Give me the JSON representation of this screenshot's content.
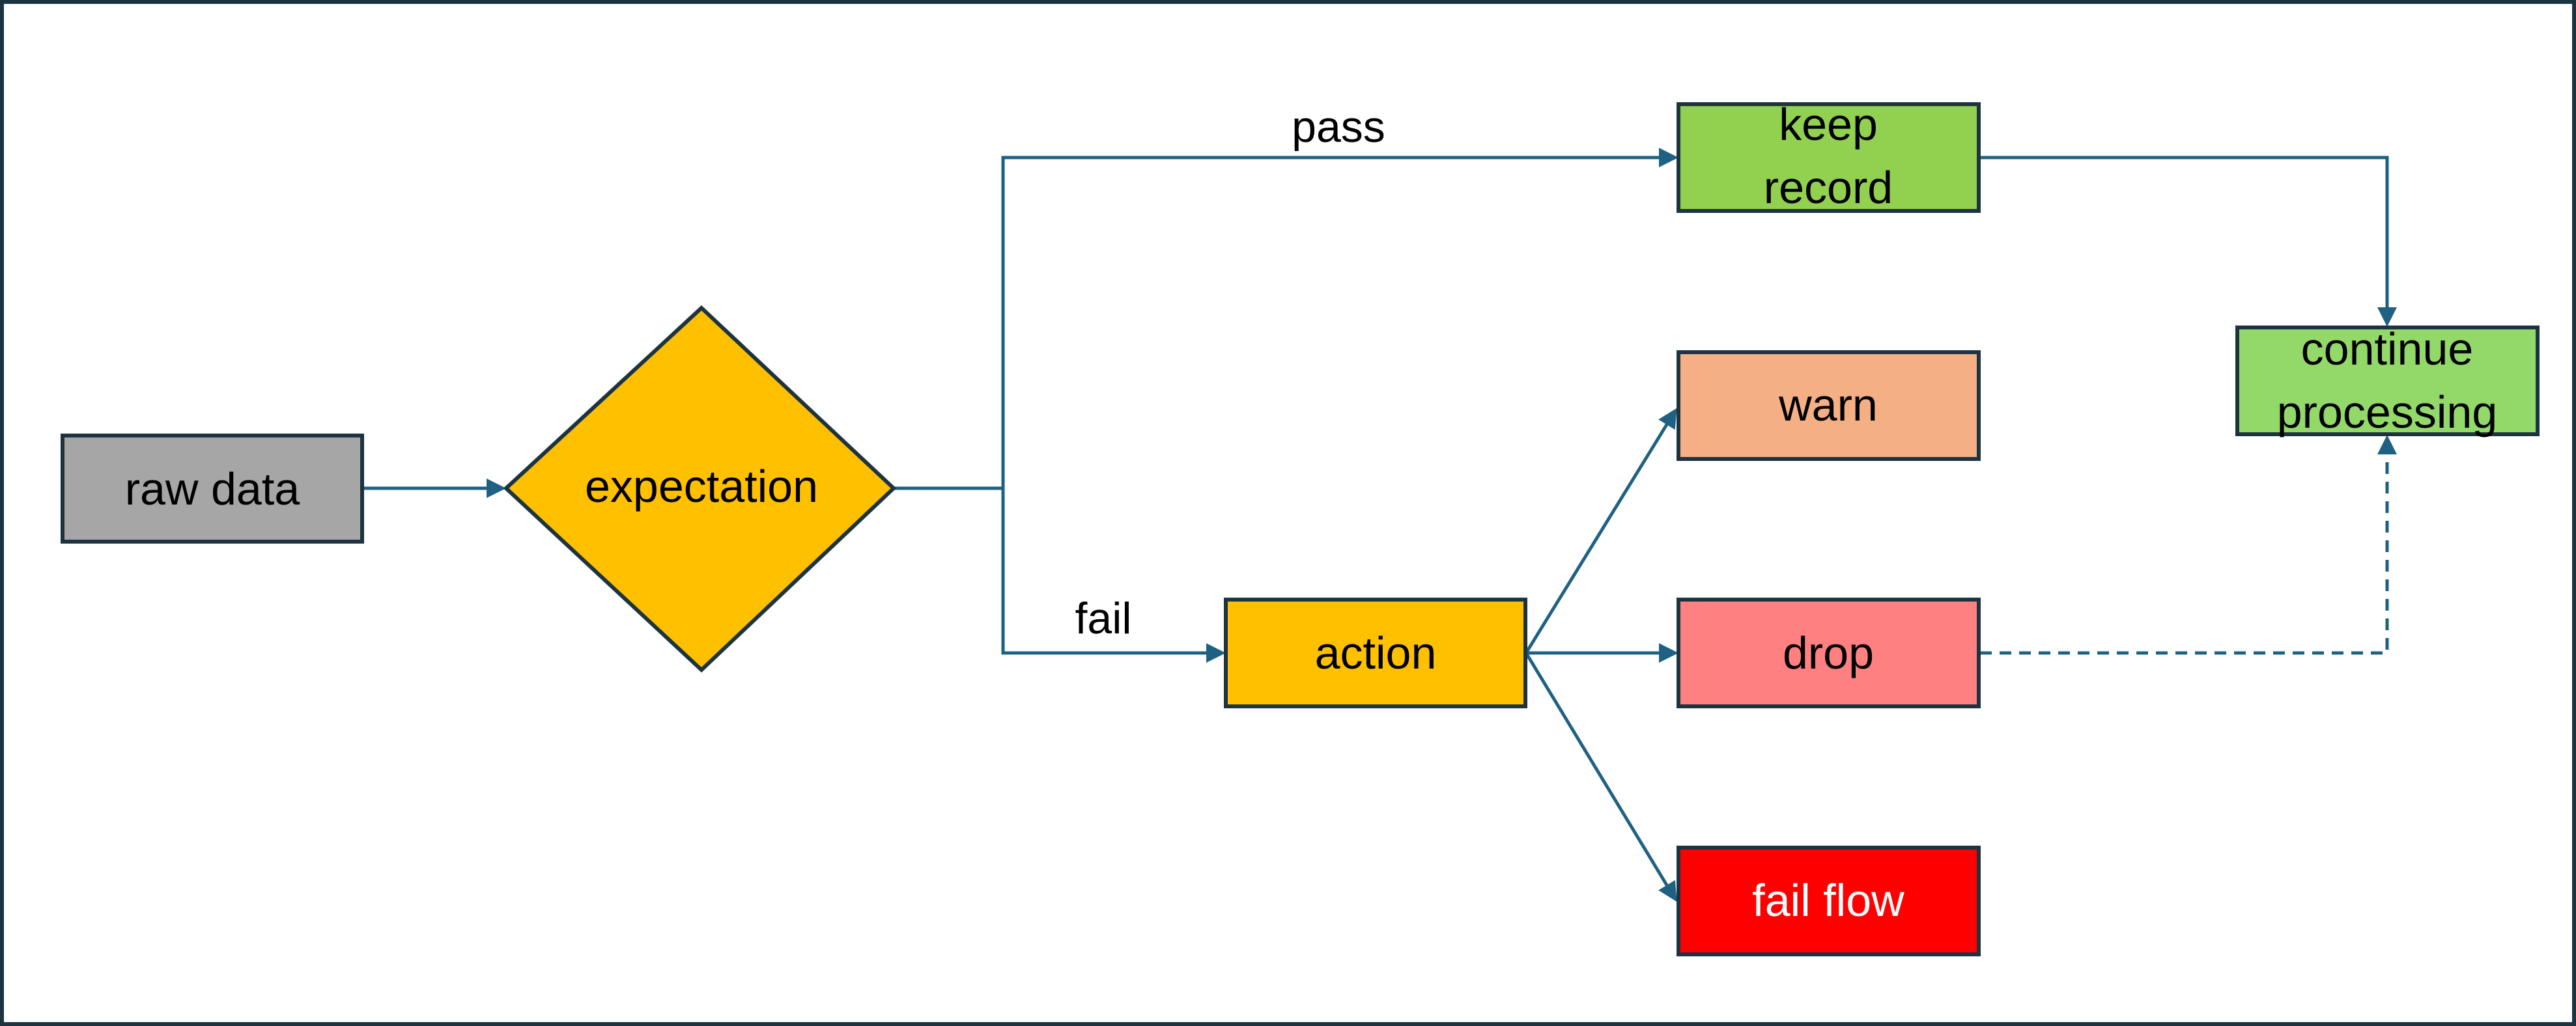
{
  "colors": {
    "edge": "#1f6182",
    "border": "#1d3340",
    "raw_data": "#a6a6a6",
    "expectation": "#ffc000",
    "action": "#ffc000",
    "keep_record": "#92d050",
    "continue_processing": "#92d96a",
    "warn": "#f4b084",
    "drop": "#ff8080",
    "fail_flow": "#ff0000"
  },
  "nodes": {
    "raw_data": {
      "label": "raw data"
    },
    "expectation": {
      "label": "expectation"
    },
    "action": {
      "label": "action"
    },
    "keep_record": {
      "lines": [
        "keep",
        "record"
      ]
    },
    "warn": {
      "label": "warn"
    },
    "drop": {
      "label": "drop"
    },
    "fail_flow": {
      "label": "fail flow"
    },
    "continue_processing": {
      "lines": [
        "continue",
        "processing"
      ]
    }
  },
  "edges": {
    "pass_label": "pass",
    "fail_label": "fail"
  }
}
